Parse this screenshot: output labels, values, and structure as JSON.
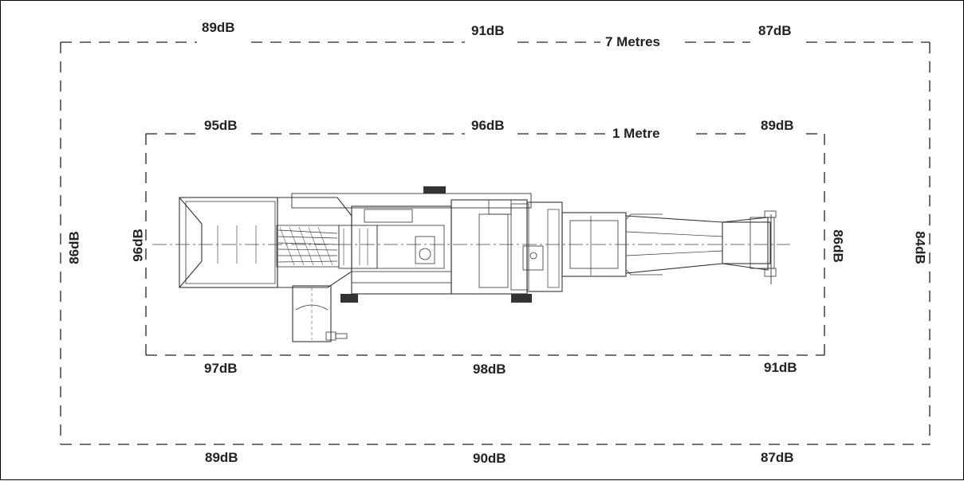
{
  "outer_zone": {
    "title": "7 Metres",
    "top": [
      "89dB",
      "91dB",
      "87dB"
    ],
    "bottom": [
      "89dB",
      "90dB",
      "87dB"
    ],
    "left": "86dB",
    "right": "84dB"
  },
  "inner_zone": {
    "title": "1 Metre",
    "top": [
      "95dB",
      "96dB",
      "89dB"
    ],
    "bottom": [
      "97dB",
      "98dB",
      "91dB"
    ],
    "left": "96dB",
    "right": "86dB"
  }
}
